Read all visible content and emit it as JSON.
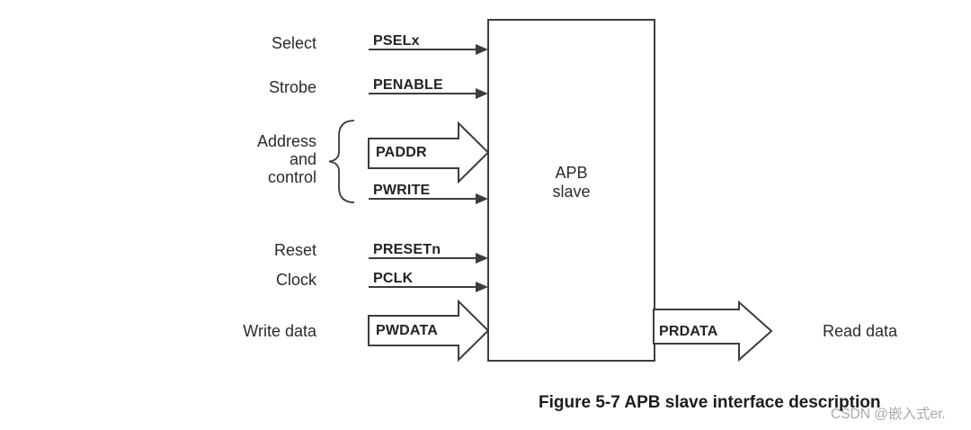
{
  "figure": {
    "box_label": {
      "line1": "APB",
      "line2": "slave"
    },
    "labels": {
      "select": "Select",
      "strobe": "Strobe",
      "address_control": [
        "Address",
        "and",
        "control"
      ],
      "reset": "Reset",
      "clock": "Clock",
      "write_data": "Write data",
      "read_data": "Read data"
    },
    "signals": {
      "pselx": "PSELx",
      "penable": "PENABLE",
      "paddr": "PADDR",
      "pwrite": "PWRITE",
      "presetn": "PRESETn",
      "pclk": "PCLK",
      "pwdata": "PWDATA",
      "prdata": "PRDATA"
    },
    "caption": "Figure 5-7 APB slave interface description",
    "watermark": "CSDN @嵌入式er.",
    "colors": {
      "stroke": "#3d3d3d",
      "text": "#262626",
      "watermark": "#a9a9a9",
      "background": "#ffffff"
    }
  }
}
